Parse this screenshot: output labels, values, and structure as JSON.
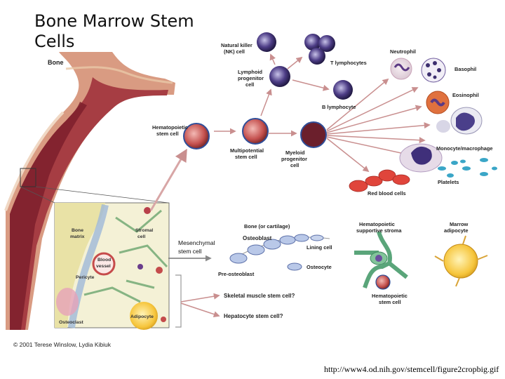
{
  "title": "Bone Marrow Stem Cells",
  "labels": {
    "bone": "Bone",
    "hsc": [
      "Hematopoietic",
      "stem cell"
    ],
    "multipotent": [
      "Multipotential",
      "stem cell"
    ],
    "lymphoid": [
      "Lymphoid",
      "progenitor",
      "cell"
    ],
    "myeloid": [
      "Myeloid",
      "progenitor",
      "cell"
    ],
    "nk": [
      "Natural killer",
      "(NK) cell"
    ],
    "t_lymph": "T lymphocytes",
    "b_lymph": "B lymphocyte",
    "neutrophil": "Neutrophil",
    "basophil": "Basophil",
    "eosinophil": "Eosinophil",
    "monocyte": "Monocyte/macrophage",
    "platelets": "Platelets",
    "rbc": "Red blood cells",
    "bone_cartilage": "Bone (or cartilage)",
    "osteoblast": "Osteoblast",
    "lining_cell": "Lining cell",
    "osteocyte": "Osteocyte",
    "pre_osteoblast": "Pre-osteoblast",
    "mesenchymal": [
      "Mesenchymal",
      "stem cell"
    ],
    "supportive": [
      "Hematopoietic",
      "supportive stroma"
    ],
    "marrow_adipo": [
      "Marrow",
      "adipocyte"
    ],
    "hsc2": [
      "Hematopoietic",
      "stem cell"
    ],
    "skeletal": "Skeletal muscle stem cell?",
    "hepatocyte": "Hepatocyte stem cell?",
    "inset_bone_matrix": [
      "Bone",
      "matrix"
    ],
    "inset_stromal": [
      "Stromal",
      "cell"
    ],
    "inset_blood_vessel": [
      "Blood",
      "vessel"
    ],
    "inset_pericyte": "Pericyte",
    "inset_osteoclast": "Osteoclast",
    "inset_adipocyte": "Adipocyte"
  },
  "credit": "© 2001 Terese Winslow, Lydia Kibiuk",
  "source_url": "http://www4.od.nih.gov/stemcell/figure2cropbig.gif"
}
